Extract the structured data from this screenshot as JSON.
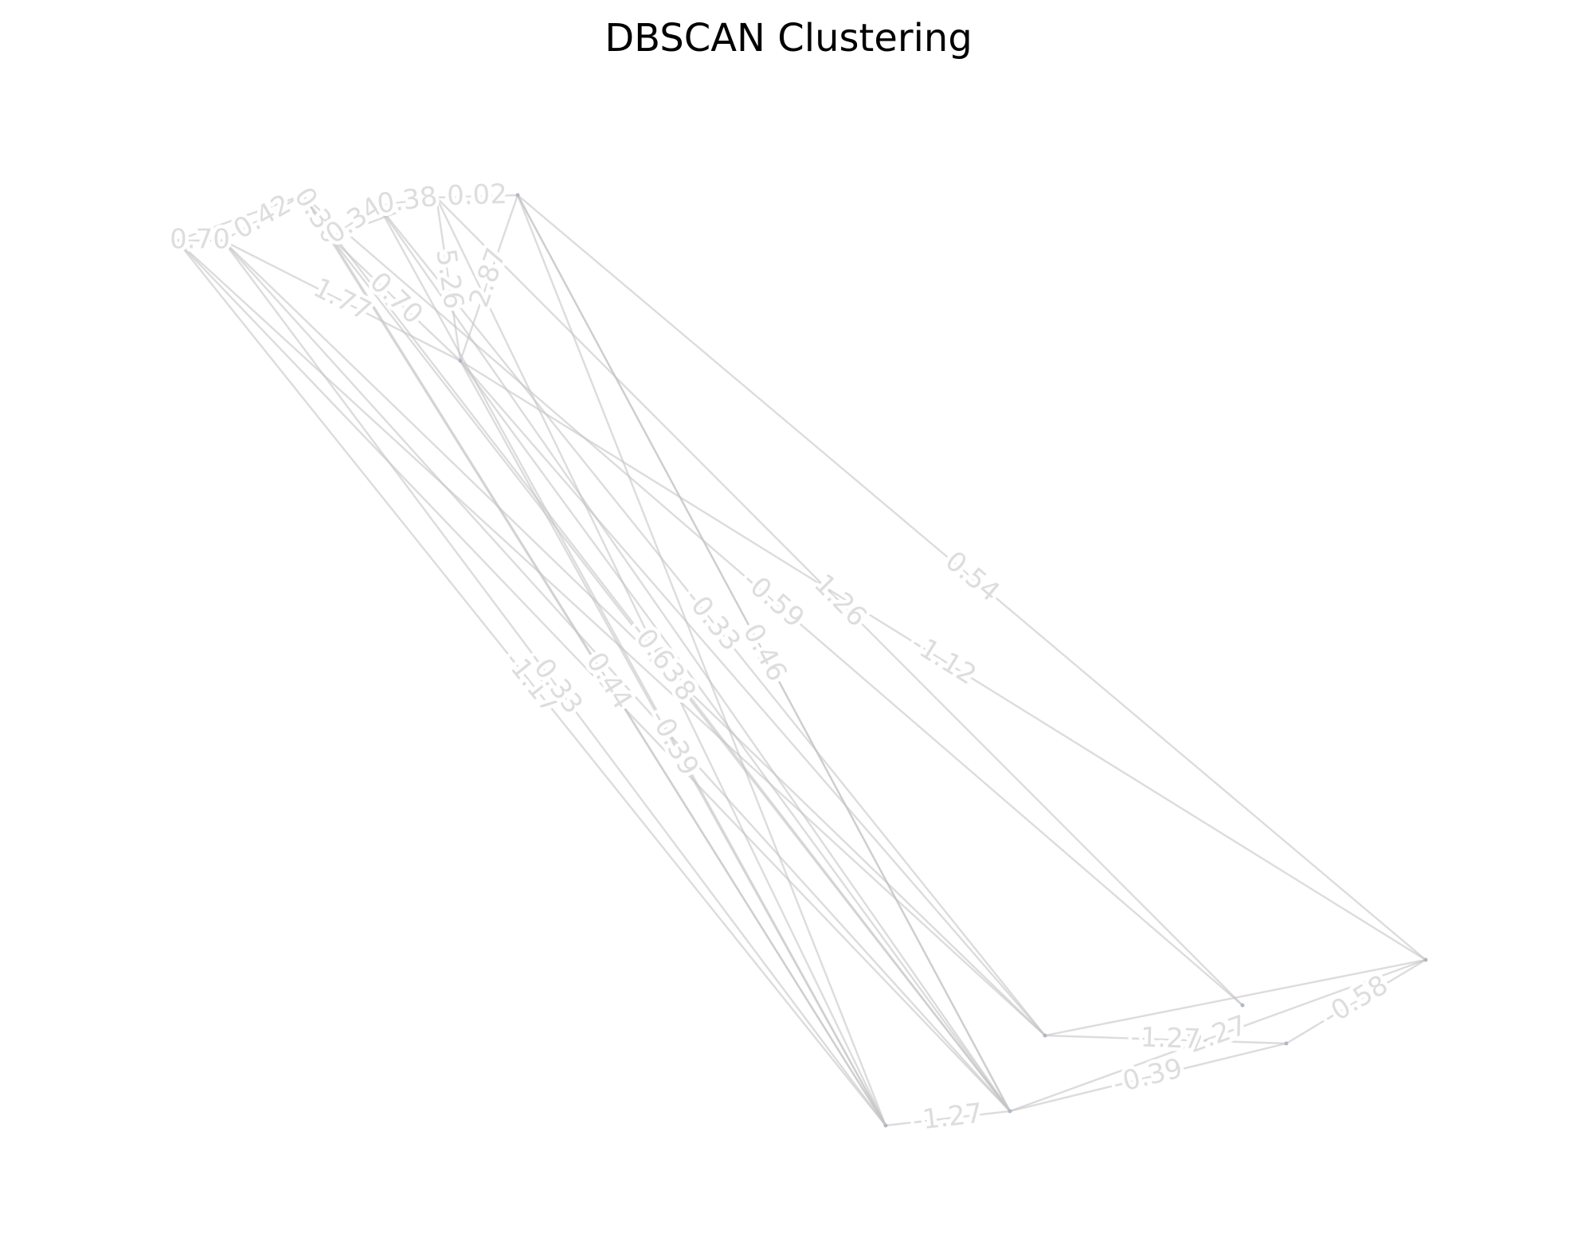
{
  "title": "DBSCAN Clustering",
  "colors": {
    "edge": "#c4c4c4",
    "edge_label": "#dddddd",
    "node": "#aeb9c6",
    "title": "#000000"
  },
  "graph": {
    "nodes": [
      "n1",
      "n2",
      "n3",
      "n4",
      "n5",
      "n6",
      "n7",
      "n8",
      "n9",
      "n10",
      "n11",
      "n12",
      "n13",
      "n14"
    ],
    "edges": [
      {
        "s": "n1",
        "t": "n2",
        "label": "0.70"
      },
      {
        "s": "n2",
        "t": "n3",
        "label": "0.42"
      },
      {
        "s": "n3",
        "t": "n4",
        "label": "0.30"
      },
      {
        "s": "n4",
        "t": "n5",
        "label": "0.34"
      },
      {
        "s": "n5",
        "t": "n6",
        "label": "0.38"
      },
      {
        "s": "n6",
        "t": "n7",
        "label": "0.02"
      },
      {
        "s": "n4",
        "t": "n8",
        "label": "0.70"
      },
      {
        "s": "n6",
        "t": "n8",
        "label": "5.26"
      },
      {
        "s": "n7",
        "t": "n8",
        "label": "2.87"
      },
      {
        "s": "n2",
        "t": "n8",
        "label": "1.77"
      },
      {
        "s": "n4",
        "t": "n12",
        "label": "0.98"
      },
      {
        "s": "n7",
        "t": "n9",
        "label": "0.54"
      },
      {
        "s": "n1",
        "t": "n11",
        "label": "-1.17"
      },
      {
        "s": "n2",
        "t": "n11",
        "label": "-0.33"
      },
      {
        "s": "n8",
        "t": "n11",
        "label": "-0.39"
      },
      {
        "s": "n7",
        "t": "n12",
        "label": "0.06"
      },
      {
        "s": "n3",
        "t": "n12",
        "label": "-0.63"
      },
      {
        "s": "n5",
        "t": "n13",
        "label": "-0.33"
      },
      {
        "s": "n3",
        "t": "n10",
        "label": "-0.59"
      },
      {
        "s": "n8",
        "t": "n9",
        "label": "-1.12"
      },
      {
        "s": "n6",
        "t": "n10",
        "label": "1.26"
      },
      {
        "s": "n4",
        "t": "n11",
        "label": "0.44"
      },
      {
        "s": "n7",
        "t": "n12",
        "label": "0.46"
      },
      {
        "s": "n11",
        "t": "n12",
        "label": "-1.27"
      },
      {
        "s": "n12",
        "t": "n9",
        "label": "2.27"
      },
      {
        "s": "n12",
        "t": "n14",
        "label": "-0.39"
      },
      {
        "s": "n13",
        "t": "n14",
        "label": "-1.27"
      },
      {
        "s": "n9",
        "t": "n14",
        "label": "-0.58"
      },
      {
        "s": "n1",
        "t": "n12",
        "label": ""
      },
      {
        "s": "n2",
        "t": "n12",
        "label": ""
      },
      {
        "s": "n5",
        "t": "n12",
        "label": ""
      },
      {
        "s": "n6",
        "t": "n11",
        "label": ""
      },
      {
        "s": "n5",
        "t": "n11",
        "label": ""
      },
      {
        "s": "n3",
        "t": "n11",
        "label": ""
      },
      {
        "s": "n1",
        "t": "n13",
        "label": ""
      },
      {
        "s": "n2",
        "t": "n13",
        "label": ""
      },
      {
        "s": "n8",
        "t": "n12",
        "label": ""
      },
      {
        "s": "n8",
        "t": "n13",
        "label": ""
      },
      {
        "s": "n13",
        "t": "n9",
        "label": ""
      },
      {
        "s": "n7",
        "t": "n11",
        "label": ""
      },
      {
        "s": "n1",
        "t": "n3",
        "label": ""
      },
      {
        "s": "n4",
        "t": "n6",
        "label": ""
      }
    ]
  }
}
